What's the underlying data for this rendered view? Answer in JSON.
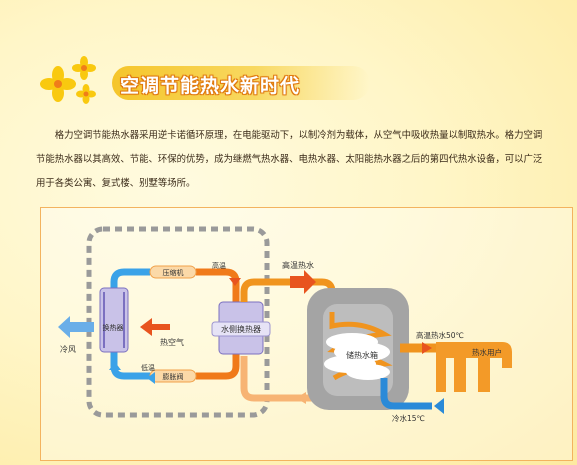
{
  "title": "空调节能热水新时代",
  "intro_text": "格力空调节能热水器采用逆卡诺循环原理，在电能驱动下，以制冷剂为载体，从空气中吸收热量以制取热水。格力空调节能热水器以其高效、节能、环保的优势，成为继燃气热水器、电热水器、太阳能热水器之后的第四代热水设备，可以广泛用于各类公寓、复式楼、别墅等场所。",
  "diagram": {
    "compressor": "压缩机",
    "high_temp_small": "高温",
    "heat_exchanger": "换热器",
    "hot_air": "热空气",
    "water_side_exchanger": "水侧换热器",
    "low_temp": "低温",
    "expansion_valve": "膨胀阀",
    "cold_wind": "冷风",
    "hot_water": "高温热水",
    "storage_tank": "储热水箱",
    "hot_water_50": "高温热水50℃",
    "hot_water_user": "热水用户",
    "cold_water_15": "冷水15℃"
  },
  "colors": {
    "title_band": "#f5c52a",
    "loop_blue": "#3aa2e8",
    "loop_orange": "#f07a1a",
    "arrow_red": "#e8541e",
    "tank_gray": "#a0a0a0",
    "dashed_gray": "#9a9a9a"
  }
}
